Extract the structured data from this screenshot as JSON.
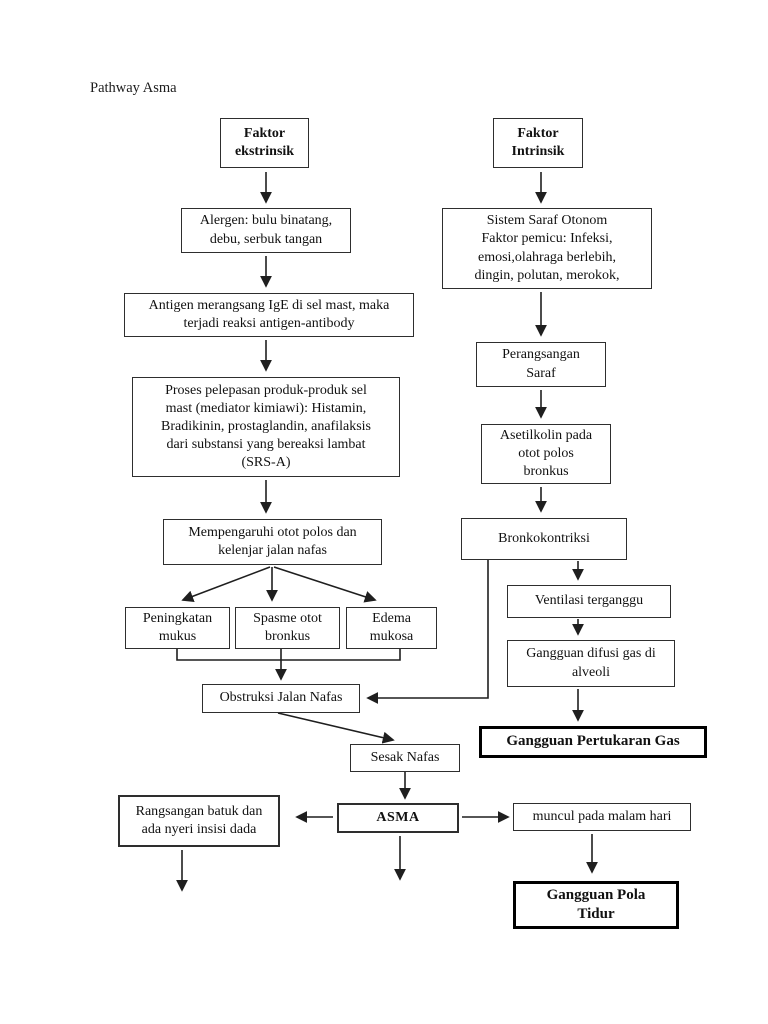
{
  "page": {
    "title": "Pathway Asma"
  },
  "diagram": {
    "nodes": {
      "faktor_ekstrinsik": {
        "label": "Faktor\nekstrinsik"
      },
      "faktor_intrinsik": {
        "label": "Faktor\nIntrinsik"
      },
      "alergen": {
        "label": "Alergen: bulu binatang,\ndebu, serbuk tangan"
      },
      "sistem_saraf_otonom": {
        "label": "Sistem Saraf Otonom\nFaktor pemicu: Infeksi,\nemosi,olahraga berlebih,\ndingin, polutan, merokok,"
      },
      "antigen_ige": {
        "label": "Antigen merangsang IgE di sel mast, maka\nterjadi reaksi antigen-antibody"
      },
      "proses_pelepasan": {
        "label": "Proses pelepasan produk-produk sel\nmast (mediator kimiawi): Histamin,\nBradikinin,  prostaglandin,  anafilaksis\ndari substansi yang bereaksi lambat\n(SRS-A)"
      },
      "perangsangan_saraf": {
        "label": "Perangsangan\nSaraf"
      },
      "asetilkolin": {
        "label": "Asetilkolin pada\notot polos\nbronkus"
      },
      "mempengaruhi_otot": {
        "label": "Mempengaruhi otot polos dan\nkelenjar jalan nafas"
      },
      "bronkokontriksi": {
        "label": "Bronkokontriksi"
      },
      "peningkatan_mukus": {
        "label": "Peningkatan\nmukus"
      },
      "spasme_otot_bronkus": {
        "label": "Spasme otot\nbronkus"
      },
      "edema_mukosa": {
        "label": "Edema\nmukosa"
      },
      "ventilasi_terganggu": {
        "label": "Ventilasi terganggu"
      },
      "gangguan_difusi": {
        "label": "Gangguan difusi gas di\nalveoli"
      },
      "gangguan_pertukaran_gas": {
        "label": "Gangguan Pertukaran Gas"
      },
      "obstruksi_jalan_nafas": {
        "label": "Obstruksi Jalan Nafas"
      },
      "sesak_nafas": {
        "label": "Sesak Nafas"
      },
      "rangsangan_batuk": {
        "label": "Rangsangan batuk dan\nada nyeri insisi dada"
      },
      "asma": {
        "label": "ASMA"
      },
      "muncul_malam_hari": {
        "label": "muncul pada malam hari"
      },
      "gangguan_pola_tidur": {
        "label": "Gangguan Pola\nTidur"
      }
    },
    "colors": {
      "background": "#ffffff",
      "text": "#111111",
      "box_border": "#2e2e2e",
      "emphasis_border": "#000000",
      "line": "#1f1f1f"
    }
  }
}
